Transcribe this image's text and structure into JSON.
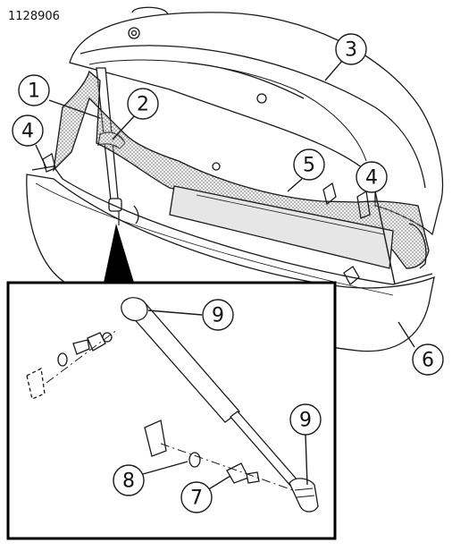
{
  "document_id": "1128906",
  "callouts": {
    "c1": "1",
    "c2": "2",
    "c3": "3",
    "c4a": "4",
    "c4b": "4",
    "c5": "5",
    "c6": "6",
    "c7": "7",
    "c8": "8",
    "c9a": "9",
    "c9b": "9"
  },
  "colors": {
    "line": "#1a1a1a",
    "panel": "#ffffff",
    "mesh": "#d9d9d9"
  }
}
